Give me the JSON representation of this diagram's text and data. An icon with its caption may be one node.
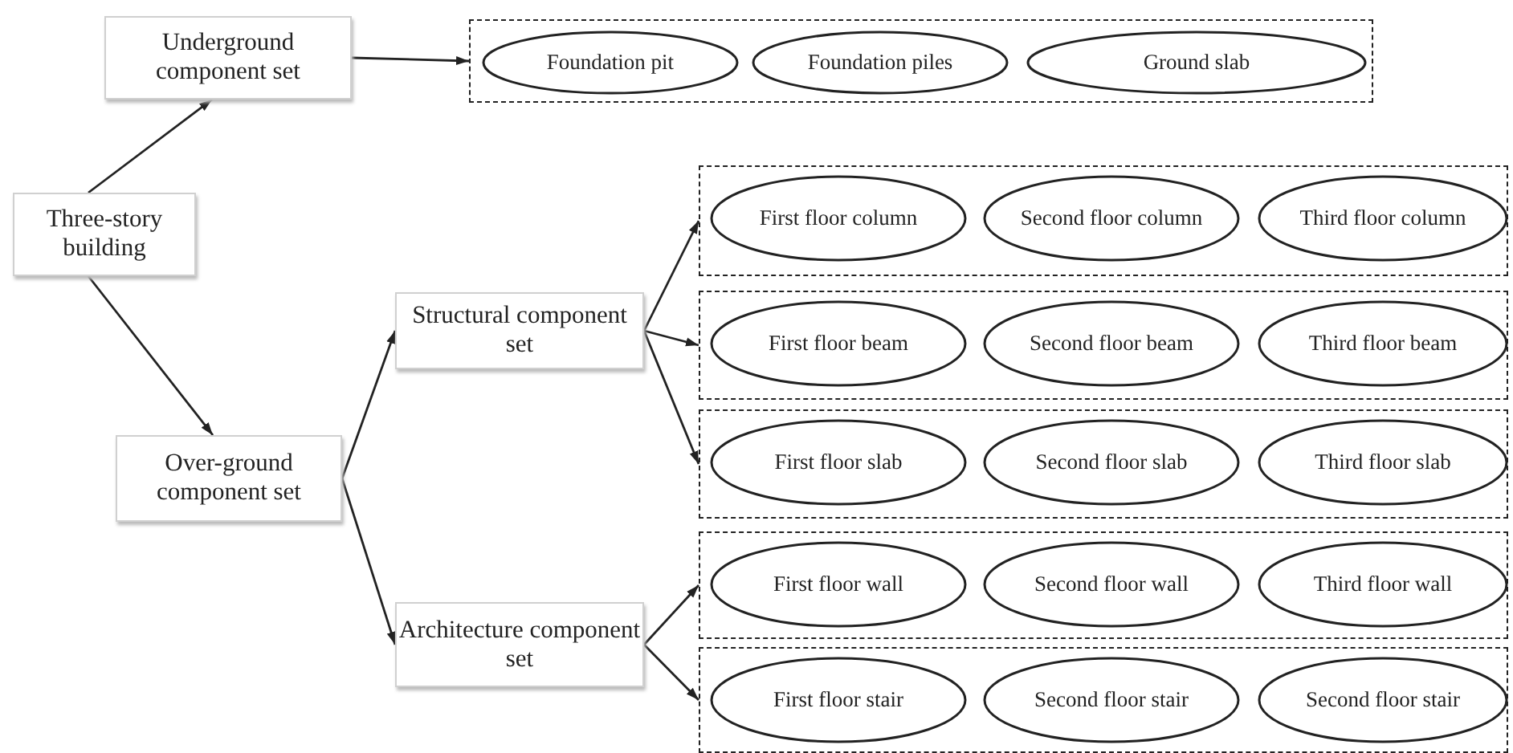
{
  "diagram": {
    "nodes": [
      {
        "text": [
          "Underground component set"
        ]
      },
      {
        "text": [],
        "shape": "box"
      },
      {
        "text": [
          "Foundation pit"
        ],
        "in": 1
      },
      {
        "text": [
          "Foundation piles"
        ],
        "in": 1
      },
      {
        "text": [
          "Ground slab"
        ],
        "in": 1
      },
      {
        "text": [
          "Three-story building"
        ]
      },
      {
        "text": [],
        "shape": "box"
      },
      {
        "text": [
          "First floor column"
        ],
        "in": 6
      },
      {
        "text": [
          "Second floor column"
        ],
        "in": 6
      },
      {
        "text": [
          "Third floor column"
        ],
        "in": 6
      },
      {
        "text": [
          "Structural component set"
        ]
      },
      {
        "text": [],
        "shape": "box"
      },
      {
        "text": [
          "First floor beam"
        ],
        "in": 11
      },
      {
        "text": [
          "Second floor beam"
        ],
        "in": 11
      },
      {
        "text": [
          "Third floor beam"
        ],
        "in": 11
      },
      {
        "text": [],
        "shape": "box"
      },
      {
        "text": [
          "First floor slab"
        ],
        "in": 15
      },
      {
        "text": [
          "Second floor slab"
        ],
        "in": 15
      },
      {
        "text": [
          "Third floor slab"
        ],
        "in": 15
      },
      {
        "text": [
          "Over-ground component set"
        ]
      },
      {
        "text": [],
        "shape": "box"
      },
      {
        "text": [
          "First floor wall"
        ],
        "in": 20
      },
      {
        "text": [
          "Second floor wall"
        ],
        "in": 20
      },
      {
        "text": [
          "Third floor wall"
        ],
        "in": 20
      },
      {
        "text": [
          "Architecture component set"
        ]
      },
      {
        "text": [],
        "shape": "box"
      },
      {
        "text": [
          "First floor stair"
        ],
        "in": 25
      },
      {
        "text": [
          "Second floor stair"
        ],
        "in": 25
      },
      {
        "text": [
          "Second floor stair"
        ],
        "in": 25
      }
    ],
    "edges": [
      {
        "from": 5,
        "to": 0,
        "arrow": "to"
      },
      {
        "from": 0,
        "to": 1,
        "arrow": "to"
      },
      {
        "from": 5,
        "to": 19,
        "arrow": "to"
      },
      {
        "from": 19,
        "to": 10,
        "arrow": "to"
      },
      {
        "from": 19,
        "to": 24,
        "arrow": "to"
      },
      {
        "from": 10,
        "to": 6,
        "arrow": "to"
      },
      {
        "from": 10,
        "to": 11,
        "arrow": "to"
      },
      {
        "from": 10,
        "to": 15,
        "arrow": "to"
      },
      {
        "from": 24,
        "to": 20,
        "arrow": "to"
      },
      {
        "from": 24,
        "to": 25,
        "arrow": "to"
      }
    ]
  }
}
